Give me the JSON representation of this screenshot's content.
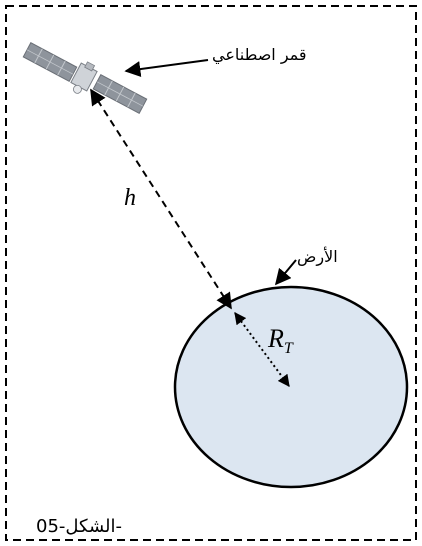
{
  "labels": {
    "satellite": "قمر اصطناعي",
    "earth": "الأرض",
    "altitude": "h",
    "radius_main": "R",
    "radius_sub": "T",
    "figure": "الشكل-05-"
  },
  "colors": {
    "earth_fill": "#dce6f1",
    "stroke": "#000000"
  }
}
